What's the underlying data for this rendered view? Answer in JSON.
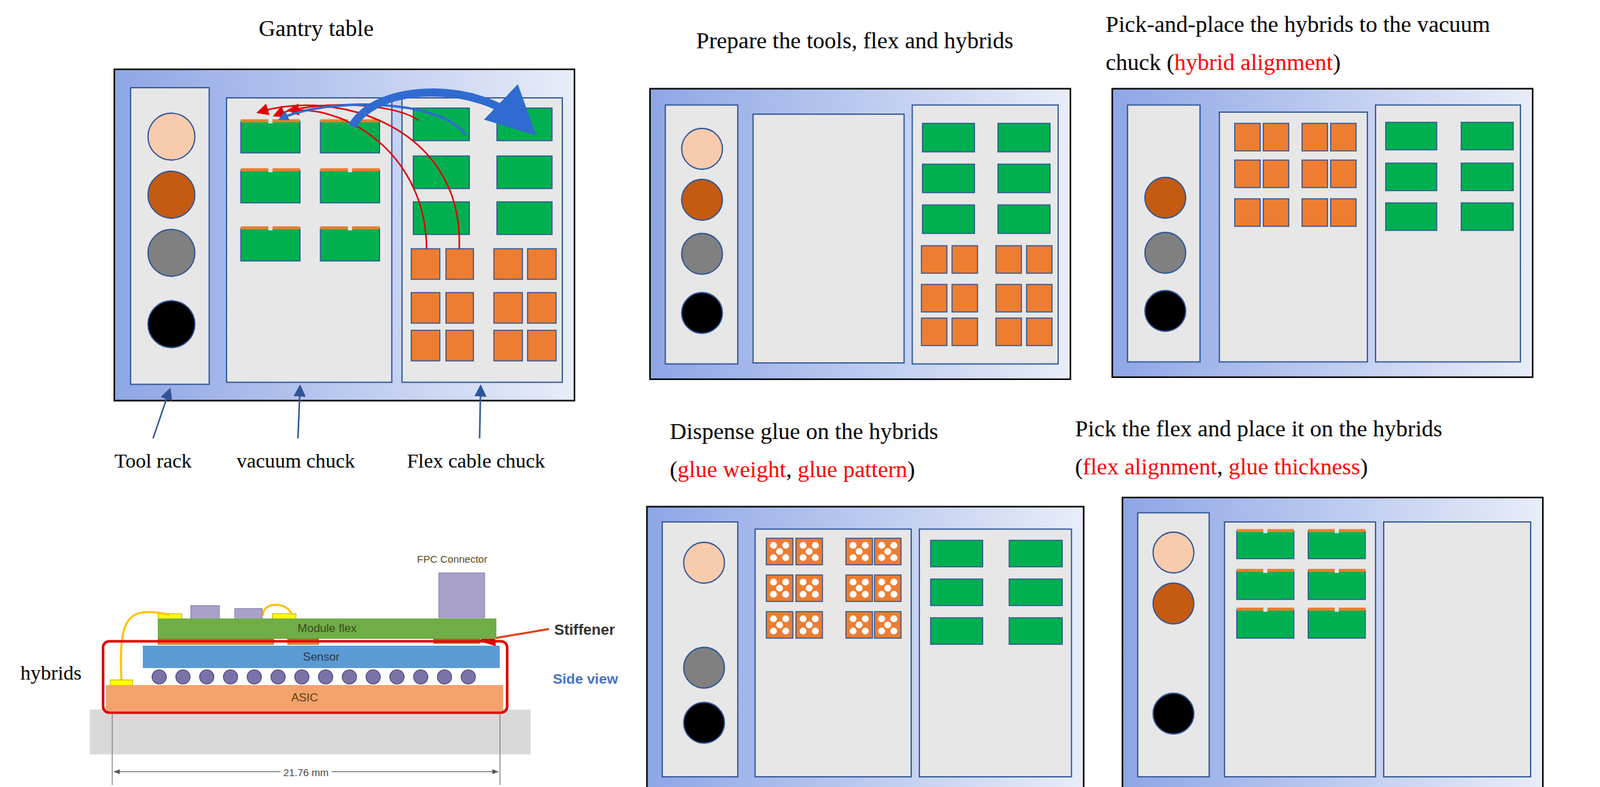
{
  "diagram": {
    "nodes": [
      {
        "text": [
          "Module flex"
        ]
      },
      {
        "text": [
          "Sensor"
        ]
      },
      {
        "text": [
          "ASIC"
        ]
      }
    ],
    "labels": [
      "Gantry table",
      "Tool rack",
      "vacuum chuck",
      "Flex cable chuck",
      "Prepare the tools, flex and hybrids",
      "Pick-and-place the hybrids to the vacuum chuck",
      "(",
      "hybrid alignment",
      ")",
      "Dispense glue on the hybrids",
      "(",
      "glue weight",
      ",",
      "glue pattern",
      ")",
      "Pick the flex and place it on the hybrids",
      "(",
      "flex alignment",
      ",",
      "glue thickness",
      ")",
      "FPC Connector",
      "Stiffener",
      "Side view",
      "hybrids",
      "21.76 mm"
    ]
  }
}
